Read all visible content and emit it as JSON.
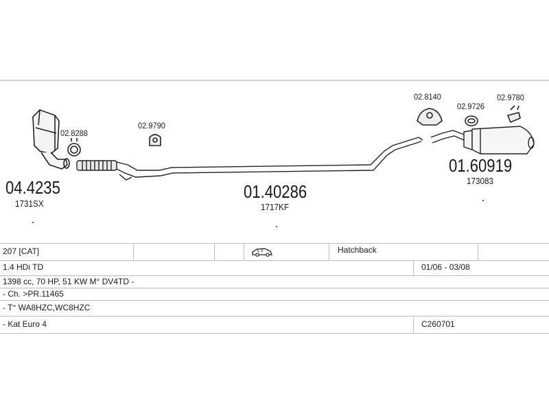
{
  "parts": {
    "catalyst": {
      "number": "04.4235",
      "ref": "1731SX"
    },
    "clamp_cat": {
      "number": "02.8288"
    },
    "bracket_mid": {
      "number": "02.9790"
    },
    "middle_pipe": {
      "number": "01.40286",
      "ref": "1717KF"
    },
    "rubber_mount": {
      "number": "02.8140"
    },
    "clamp_rear": {
      "number": "02.9726"
    },
    "bracket_rear": {
      "number": "02.9780"
    },
    "rear_silencer": {
      "number": "01.60919",
      "ref": "173083"
    }
  },
  "table": {
    "row1": {
      "model": "207  [CAT]",
      "body_icon": "car-hatchback-icon",
      "body": "Hatchback"
    },
    "row2": {
      "engine": "1.4 HDi TD",
      "years": "01/06 - 03/08"
    },
    "row3": {
      "specs": "1398 cc, 70 HP, 51 KW M° DV4TD -"
    },
    "row4": {
      "chassis": "- Ch. >PR.11465"
    },
    "row5": {
      "type": "- T° WA8HZC,WC8HZC"
    },
    "row6": {
      "emission": "- Kat Euro 4",
      "code": "C260701"
    }
  }
}
